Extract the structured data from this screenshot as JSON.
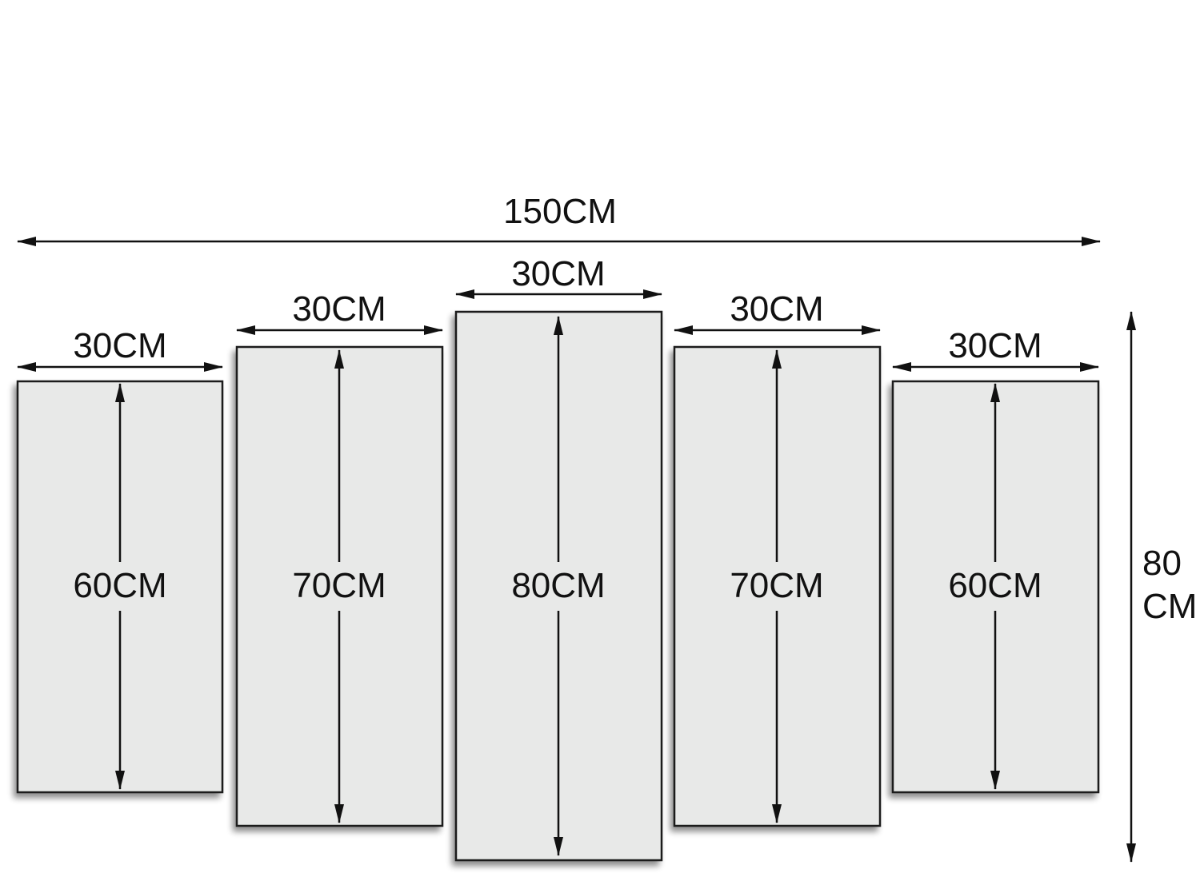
{
  "diagram": {
    "total_width_label": "150CM",
    "total_height_label_line1": "80",
    "total_height_label_line2": "CM",
    "panel_fill": "#e8e9e8",
    "panels": [
      {
        "width_label": "30CM",
        "height_label": "60CM",
        "width_cm": 30,
        "height_cm": 60
      },
      {
        "width_label": "30CM",
        "height_label": "70CM",
        "width_cm": 30,
        "height_cm": 70
      },
      {
        "width_label": "30CM",
        "height_label": "80CM",
        "width_cm": 30,
        "height_cm": 80
      },
      {
        "width_label": "30CM",
        "height_label": "70CM",
        "width_cm": 30,
        "height_cm": 70
      },
      {
        "width_label": "30CM",
        "height_label": "60CM",
        "width_cm": 30,
        "height_cm": 60
      }
    ]
  }
}
